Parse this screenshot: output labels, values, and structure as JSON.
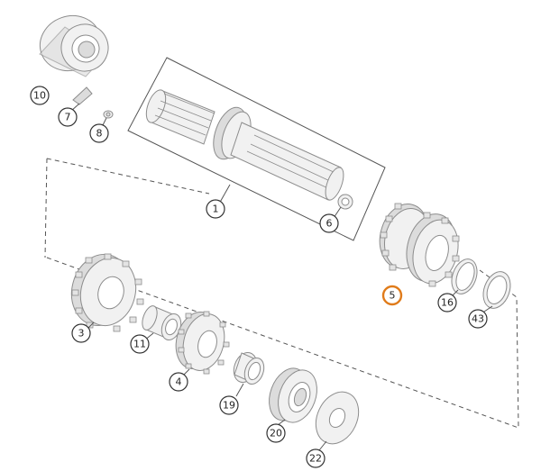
{
  "diagram": {
    "accent_color": "#e07b1a",
    "highlighted_part": "5",
    "callouts": [
      {
        "id": "c10",
        "label": "10"
      },
      {
        "id": "c7",
        "label": "7"
      },
      {
        "id": "c8",
        "label": "8"
      },
      {
        "id": "c1",
        "label": "1"
      },
      {
        "id": "c6",
        "label": "6"
      },
      {
        "id": "c5",
        "label": "5"
      },
      {
        "id": "c16",
        "label": "16"
      },
      {
        "id": "c43",
        "label": "43"
      },
      {
        "id": "c3",
        "label": "3"
      },
      {
        "id": "c11",
        "label": "11"
      },
      {
        "id": "c4",
        "label": "4"
      },
      {
        "id": "c19",
        "label": "19"
      },
      {
        "id": "c20",
        "label": "20"
      },
      {
        "id": "c22",
        "label": "22"
      }
    ]
  }
}
